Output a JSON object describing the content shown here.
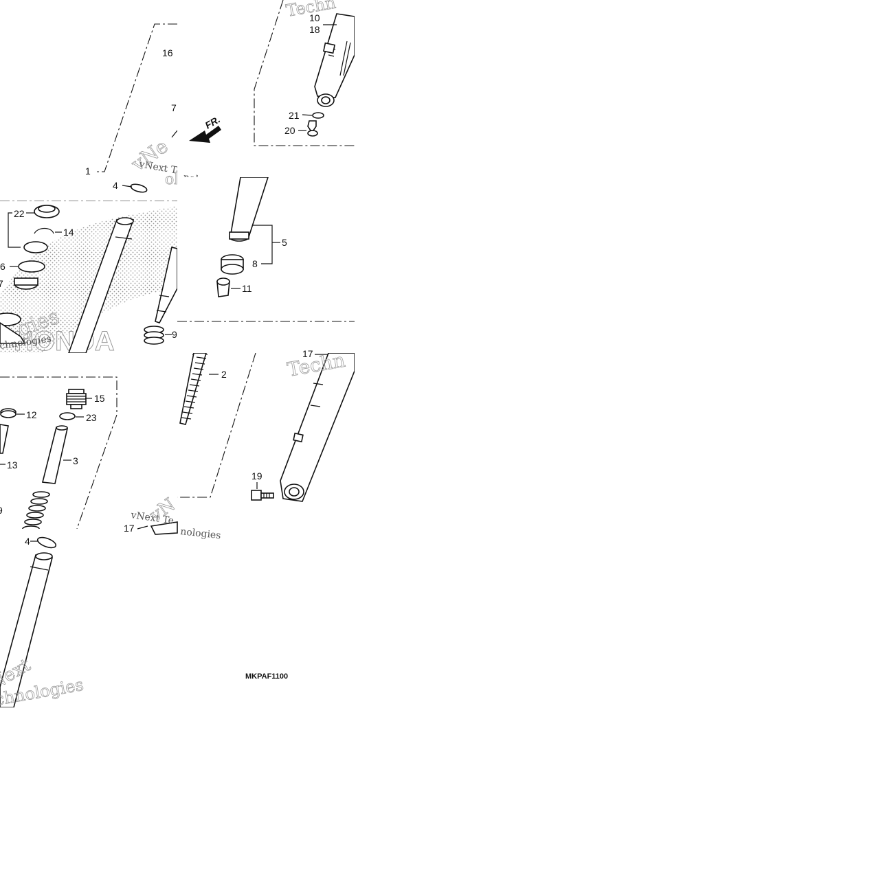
{
  "diagram": {
    "code": "MKPAF1100",
    "direction": "FR.",
    "watermark_lines": [
      "vNext",
      "Technologies"
    ],
    "logo": "HONDA",
    "callouts": [
      {
        "id": "c16",
        "label": "16"
      },
      {
        "id": "c7a",
        "label": "7"
      },
      {
        "id": "c1",
        "label": "1"
      },
      {
        "id": "c4a",
        "label": "4"
      },
      {
        "id": "c10",
        "label": "10"
      },
      {
        "id": "c18",
        "label": "18"
      },
      {
        "id": "c21",
        "label": "21"
      },
      {
        "id": "c20",
        "label": "20"
      },
      {
        "id": "c22",
        "label": "22"
      },
      {
        "id": "c14",
        "label": "14"
      },
      {
        "id": "c6",
        "label": "6"
      },
      {
        "id": "c7b",
        "label": "7"
      },
      {
        "id": "c5",
        "label": "5"
      },
      {
        "id": "c8",
        "label": "8"
      },
      {
        "id": "c11",
        "label": "11"
      },
      {
        "id": "c9a",
        "label": "9"
      },
      {
        "id": "c17a",
        "label": "17"
      },
      {
        "id": "c2",
        "label": "2"
      },
      {
        "id": "c15",
        "label": "15"
      },
      {
        "id": "c12",
        "label": "12"
      },
      {
        "id": "c23",
        "label": "23"
      },
      {
        "id": "c13",
        "label": "13"
      },
      {
        "id": "c3",
        "label": "3"
      },
      {
        "id": "c9b",
        "label": "9"
      },
      {
        "id": "c19",
        "label": "19"
      },
      {
        "id": "c17b",
        "label": "17"
      },
      {
        "id": "c4b",
        "label": "4"
      }
    ]
  }
}
